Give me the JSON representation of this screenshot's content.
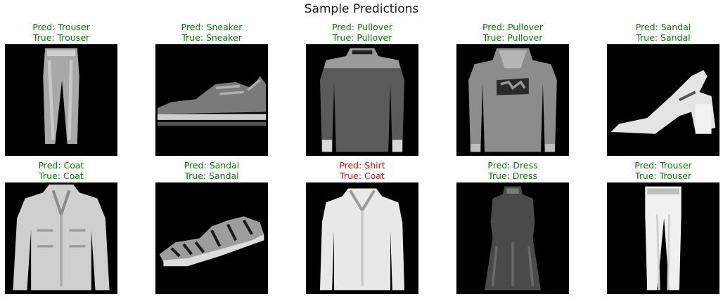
{
  "figure": {
    "title": "Sample Predictions",
    "colors": {
      "correct": "#008000",
      "wrong": "#ff0000",
      "image_bg": "#000000"
    },
    "samples": [
      {
        "pred": "Pred: Trouser",
        "true": "True: Trouser",
        "correct": true,
        "icon": "trouser-image"
      },
      {
        "pred": "Pred: Sneaker",
        "true": "True: Sneaker",
        "correct": true,
        "icon": "sneaker-image"
      },
      {
        "pred": "Pred: Pullover",
        "true": "True: Pullover",
        "correct": true,
        "icon": "pullover-image"
      },
      {
        "pred": "Pred: Pullover",
        "true": "True: Pullover",
        "correct": true,
        "icon": "hooded-pullover-image"
      },
      {
        "pred": "Pred: Sandal",
        "true": "True: Sandal",
        "correct": true,
        "icon": "heeled-sandal-image"
      },
      {
        "pred": "Pred: Coat",
        "true": "True: Coat",
        "correct": true,
        "icon": "coat-image"
      },
      {
        "pred": "Pred: Sandal",
        "true": "True: Sandal",
        "correct": true,
        "icon": "flat-sandal-image"
      },
      {
        "pred": "Pred: Shirt",
        "true": "True: Coat",
        "correct": false,
        "icon": "white-coat-image"
      },
      {
        "pred": "Pred: Dress",
        "true": "True: Dress",
        "correct": true,
        "icon": "dress-image"
      },
      {
        "pred": "Pred: Trouser",
        "true": "True: Trouser",
        "correct": true,
        "icon": "white-trouser-image"
      }
    ]
  }
}
